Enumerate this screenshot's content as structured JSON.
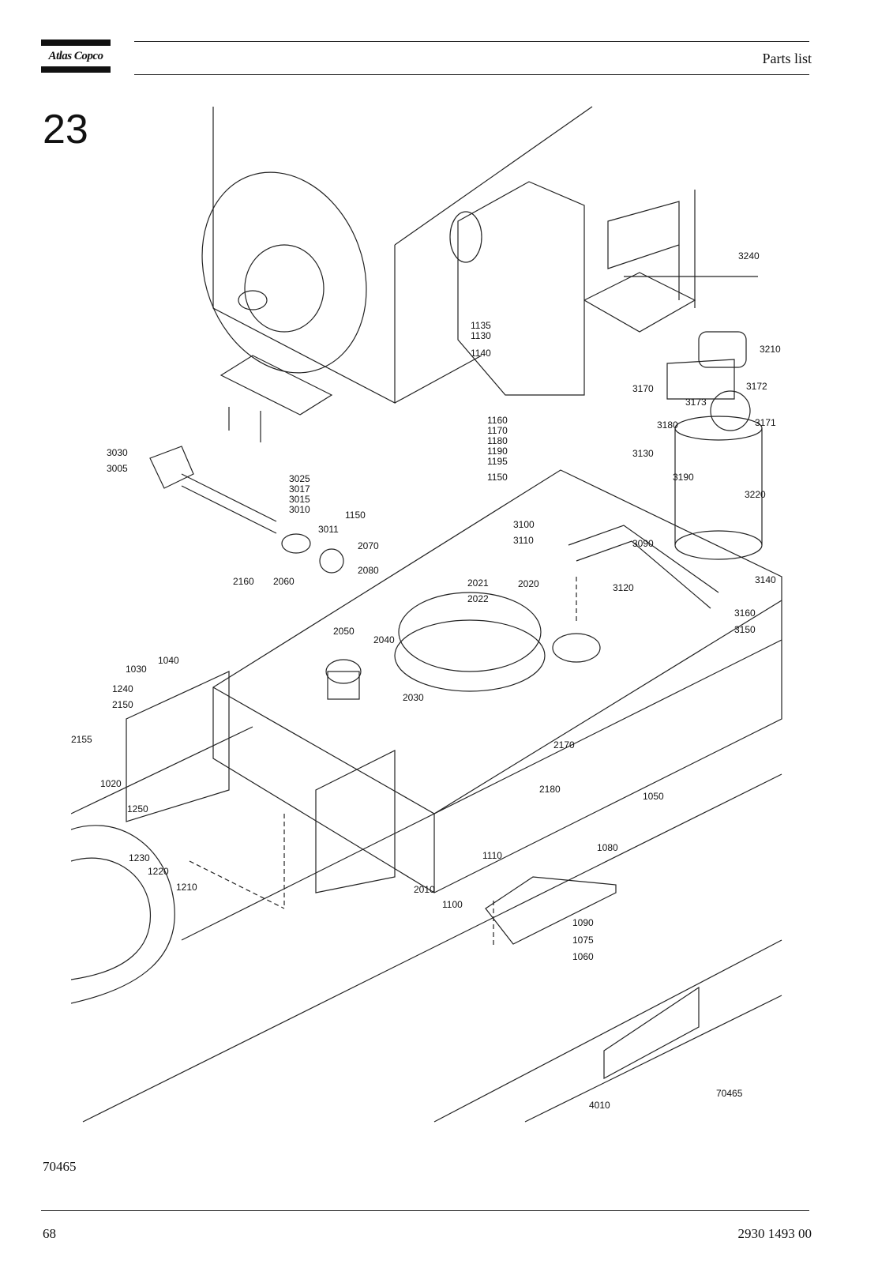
{
  "header": {
    "brand": "Atlas Copco",
    "title": "Parts list"
  },
  "section_number": "23",
  "drawing": {
    "code_inside": "70465",
    "code_below": "70465",
    "callouts": [
      {
        "label": "3240"
      },
      {
        "label": "1135"
      },
      {
        "label": "1130"
      },
      {
        "label": "1140"
      },
      {
        "label": "3210"
      },
      {
        "label": "3170"
      },
      {
        "label": "3172"
      },
      {
        "label": "3173"
      },
      {
        "label": "3180"
      },
      {
        "label": "3171"
      },
      {
        "label": "1160"
      },
      {
        "label": "1170"
      },
      {
        "label": "1180"
      },
      {
        "label": "1190"
      },
      {
        "label": "1195"
      },
      {
        "label": "3030"
      },
      {
        "label": "3005"
      },
      {
        "label": "3130"
      },
      {
        "label": "1150"
      },
      {
        "label": "3025"
      },
      {
        "label": "3017"
      },
      {
        "label": "3015"
      },
      {
        "label": "3010"
      },
      {
        "label": "3190"
      },
      {
        "label": "3220"
      },
      {
        "label": "1150"
      },
      {
        "label": "3011"
      },
      {
        "label": "3100"
      },
      {
        "label": "2070"
      },
      {
        "label": "3110"
      },
      {
        "label": "3090"
      },
      {
        "label": "2080"
      },
      {
        "label": "3140"
      },
      {
        "label": "2160"
      },
      {
        "label": "2060"
      },
      {
        "label": "2021"
      },
      {
        "label": "2020"
      },
      {
        "label": "3120"
      },
      {
        "label": "2022"
      },
      {
        "label": "3160"
      },
      {
        "label": "2050"
      },
      {
        "label": "2040"
      },
      {
        "label": "3150"
      },
      {
        "label": "1040"
      },
      {
        "label": "1030"
      },
      {
        "label": "1240"
      },
      {
        "label": "2030"
      },
      {
        "label": "2150"
      },
      {
        "label": "2155"
      },
      {
        "label": "2170"
      },
      {
        "label": "1020"
      },
      {
        "label": "2180"
      },
      {
        "label": "1050"
      },
      {
        "label": "1250"
      },
      {
        "label": "1080"
      },
      {
        "label": "1230"
      },
      {
        "label": "1110"
      },
      {
        "label": "1220"
      },
      {
        "label": "1210"
      },
      {
        "label": "2010"
      },
      {
        "label": "1100"
      },
      {
        "label": "1090"
      },
      {
        "label": "1075"
      },
      {
        "label": "1060"
      },
      {
        "label": "4010"
      }
    ]
  },
  "footer": {
    "page_number": "68",
    "document_number": "2930 1493 00"
  }
}
